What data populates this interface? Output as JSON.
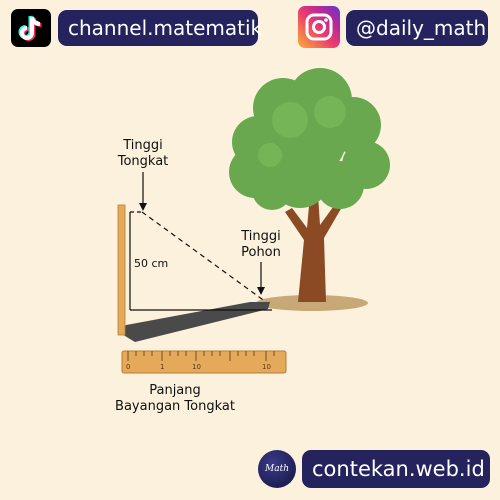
{
  "header": {
    "tiktok_handle": "channel.matematik",
    "instagram_handle": "@daily_math"
  },
  "diagram": {
    "stick_label": [
      "Tinggi",
      "Tongkat"
    ],
    "tree_label": [
      "Tinggi",
      "Pohon"
    ],
    "stick_height": "50 cm",
    "shadow_label": [
      "Panjang",
      "Bayangan Tongkat"
    ],
    "ruler_ticks": [
      "0",
      "1",
      "10",
      "10"
    ]
  },
  "footer": {
    "logo_text": "Math",
    "website": "contekan.web.id"
  },
  "colors": {
    "badge_bg": "#25235e",
    "background": "#fbf1dc",
    "tree_green": "#6aa84f",
    "trunk": "#8b4a23",
    "ruler": "#e4a95a"
  }
}
